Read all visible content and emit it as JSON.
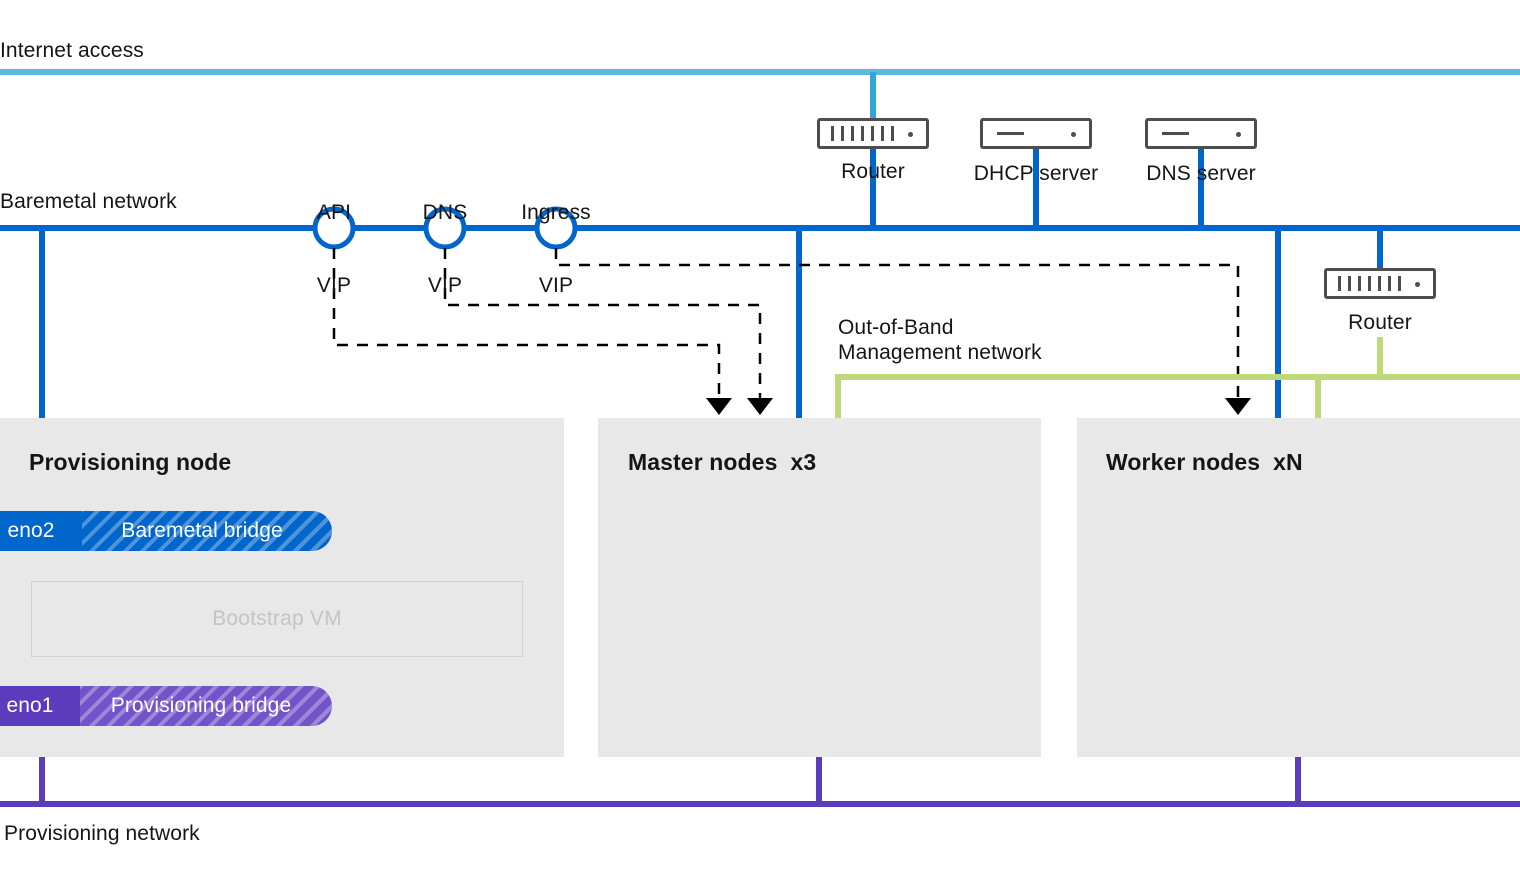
{
  "networks": [
    {
      "id": "internet",
      "label": "Internet access",
      "color": "#5bb7dc"
    },
    {
      "id": "baremetal",
      "label": "Baremetal network",
      "color": "#0066cc"
    },
    {
      "id": "oob",
      "label": "Out-of-Band\nManagement network",
      "color": "#bdd97a"
    },
    {
      "id": "provisioning",
      "label": "Provisioning network",
      "color": "#5c3bbd"
    }
  ],
  "vips": [
    {
      "id": "api",
      "line1": "API",
      "line2": "VIP"
    },
    {
      "id": "dns",
      "line1": "DNS",
      "line2": "VIP"
    },
    {
      "id": "ingress",
      "line1": "Ingress",
      "line2": "VIP"
    }
  ],
  "devices": [
    {
      "id": "router-top",
      "label": "Router",
      "icon": "router-icon"
    },
    {
      "id": "dhcp-server",
      "label": "DHCP server",
      "icon": "server-icon"
    },
    {
      "id": "dns-server",
      "label": "DNS server",
      "icon": "server-icon"
    },
    {
      "id": "router-right",
      "label": "Router",
      "icon": "router-icon"
    }
  ],
  "nodes": [
    {
      "id": "provisioning-node",
      "title": "Provisioning node"
    },
    {
      "id": "master-nodes",
      "title": "Master nodes  x3"
    },
    {
      "id": "worker-nodes",
      "title": "Worker nodes  xN"
    }
  ],
  "provisioning_node": {
    "bootstrap_vm": "Bootstrap VM",
    "interfaces": [
      {
        "id": "eno2",
        "nic": "eno2",
        "bridge": "Baremetal bridge",
        "color": "#0066cc"
      },
      {
        "id": "eno1",
        "nic": "eno1",
        "bridge": "Provisioning bridge",
        "color": "#5c3bbd"
      }
    ]
  },
  "colors": {
    "internet": "#5bb7dc",
    "baremetal": "#0066cc",
    "oob": "#bdd97a",
    "provisioning": "#5c3bbd",
    "node_box": "#e8e8e8",
    "icon_stroke": "#4d4d4d",
    "text": "#151515",
    "bootstrap_text": "#c4c4c4",
    "dashed": "#000000"
  }
}
